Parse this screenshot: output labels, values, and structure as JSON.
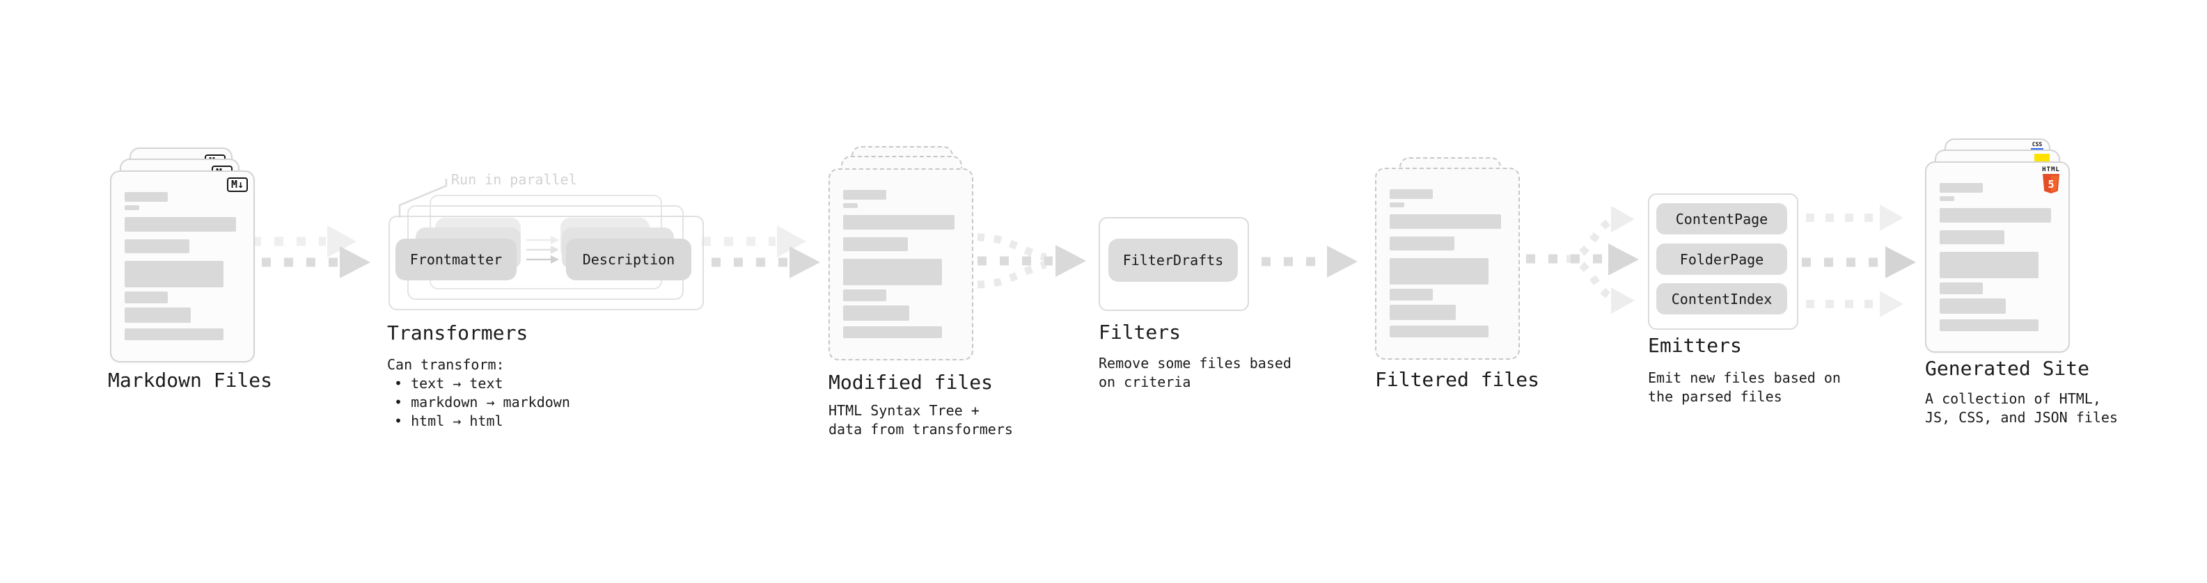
{
  "colors": {
    "bar_gray": "#d9d9d9",
    "box_gray": "#dcdcdc",
    "doc_border": "#d4d4d4",
    "dashed_border": "#c7c7c7",
    "arrow_gray": "#dbdbdb",
    "arrow_ghost": "#ededed",
    "annotation_gray": "#d2d2d2",
    "html5_orange": "#e44d26",
    "html5_orange_light": "#f16529",
    "js_yellow": "#ffe100",
    "css_blue": "#2965f1"
  },
  "icons": {
    "markdown": "M↓",
    "css_badge": "CSS",
    "html5_label": "HTML",
    "html5_number": "5"
  },
  "doc_bar_pattern": [
    [
      38,
      14,
      0
    ],
    [
      13,
      7,
      5
    ],
    [
      98,
      21,
      10
    ],
    [
      57,
      20,
      11
    ],
    [
      87,
      38,
      11
    ],
    [
      38,
      17,
      6
    ],
    [
      58,
      22,
      6
    ],
    [
      87,
      17,
      8
    ]
  ],
  "stages": {
    "markdown_files": {
      "label": "Markdown Files"
    },
    "transformers": {
      "label": "Transformers",
      "annotation": "Run in parallel",
      "box_left": "Frontmatter",
      "box_right": "Description",
      "description_lines": [
        "Can transform:",
        "• text → text",
        "• markdown → markdown",
        "• html → html"
      ]
    },
    "modified_files": {
      "label": "Modified files",
      "description_lines": [
        "HTML Syntax Tree +",
        "data from transformers"
      ]
    },
    "filters": {
      "label": "Filters",
      "box": "FilterDrafts",
      "description_lines": [
        "Remove some files based",
        "on criteria"
      ]
    },
    "filtered_files": {
      "label": "Filtered files"
    },
    "emitters": {
      "label": "Emitters",
      "boxes": [
        "ContentPage",
        "FolderPage",
        "ContentIndex"
      ],
      "description_lines": [
        "Emit new files based on",
        "the parsed files"
      ]
    },
    "generated_site": {
      "label": "Generated Site",
      "description_lines": [
        "A collection of HTML,",
        "JS, CSS, and JSON files"
      ]
    }
  }
}
